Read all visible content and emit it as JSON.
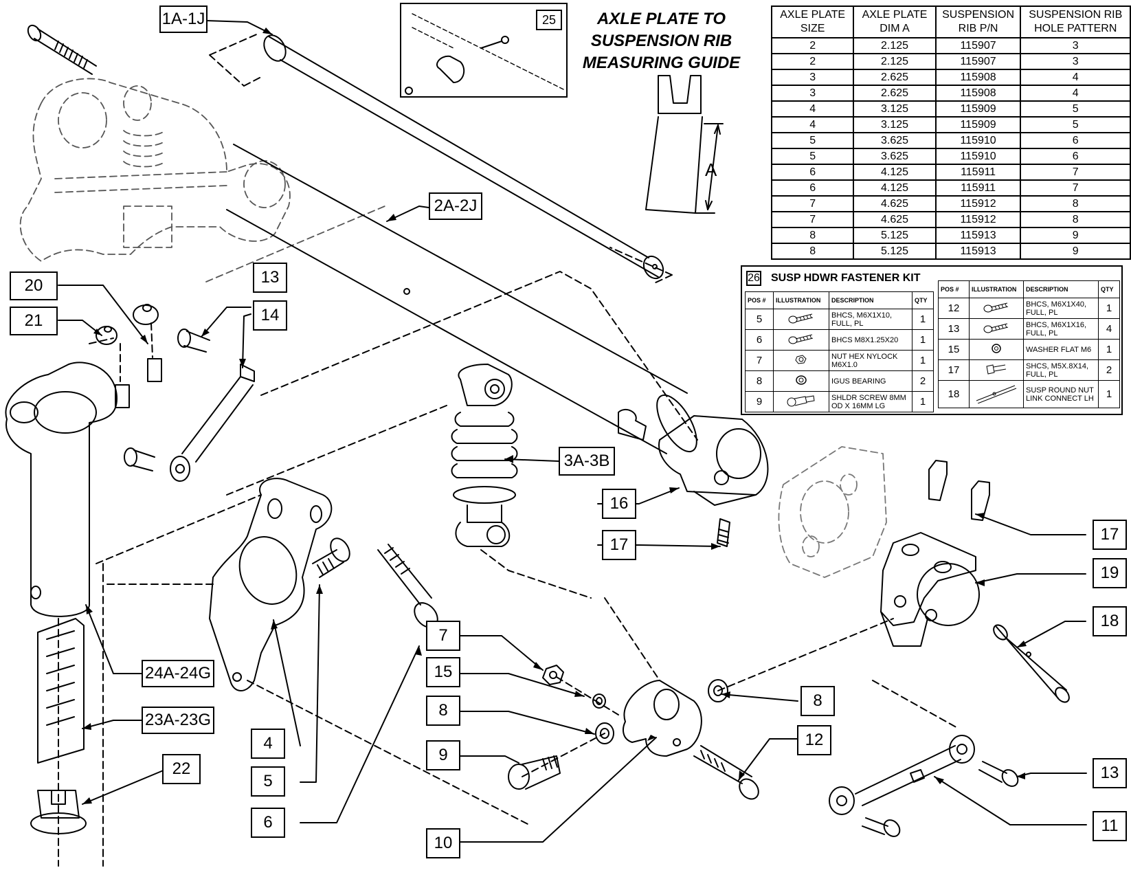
{
  "callouts": {
    "c1a1j": "1A-1J",
    "c2a2j": "2A-2J",
    "c3a3b": "3A-3B",
    "c4": "4",
    "c5": "5",
    "c6": "6",
    "c7": "7",
    "c8_left": "8",
    "c8_right": "8",
    "c9": "9",
    "c10": "10",
    "c11": "11",
    "c12": "12",
    "c13_top": "13",
    "c13_right": "13",
    "c14": "14",
    "c15": "15",
    "c16": "16",
    "c17_mid": "17",
    "c17_right": "17",
    "c18": "18",
    "c19": "19",
    "c20": "20",
    "c21": "21",
    "c22": "22",
    "c23": "23A-23G",
    "c24": "24A-24G"
  },
  "inset_25": {
    "number": "25"
  },
  "measuring_guide": {
    "title_line1": "AXLE PLATE TO",
    "title_line2": "SUSPENSION RIB",
    "title_line3": "MEASURING GUIDE",
    "dimension_label": "A"
  },
  "axle_table": {
    "headers": [
      [
        "AXLE PLATE",
        "SIZE"
      ],
      [
        "AXLE PLATE",
        "DIM A"
      ],
      [
        "SUSPENSION",
        "RIB P/N"
      ],
      [
        "SUSPENSION RIB",
        "HOLE PATTERN"
      ]
    ],
    "rows": [
      [
        "2",
        "2.125",
        "115907",
        "3"
      ],
      [
        "2",
        "2.125",
        "115907",
        "3"
      ],
      [
        "3",
        "2.625",
        "115908",
        "4"
      ],
      [
        "3",
        "2.625",
        "115908",
        "4"
      ],
      [
        "4",
        "3.125",
        "115909",
        "5"
      ],
      [
        "4",
        "3.125",
        "115909",
        "5"
      ],
      [
        "5",
        "3.625",
        "115910",
        "6"
      ],
      [
        "5",
        "3.625",
        "115910",
        "6"
      ],
      [
        "6",
        "4.125",
        "115911",
        "7"
      ],
      [
        "6",
        "4.125",
        "115911",
        "7"
      ],
      [
        "7",
        "4.625",
        "115912",
        "8"
      ],
      [
        "7",
        "4.625",
        "115912",
        "8"
      ],
      [
        "8",
        "5.125",
        "115913",
        "9"
      ],
      [
        "8",
        "5.125",
        "115913",
        "9"
      ]
    ]
  },
  "fastener_kit": {
    "number": "26",
    "title": "SUSP HDWR FASTENER KIT",
    "headers": {
      "pos": "POS #",
      "illustration": "ILLUSTRATION",
      "description": "DESCRIPTION",
      "qty": "QTY"
    },
    "left_rows": [
      {
        "pos": "5",
        "icon": "button-head-screw-icon",
        "description": "BHCS, M6X1X10, FULL, PL",
        "qty": "1"
      },
      {
        "pos": "6",
        "icon": "button-head-screw-icon",
        "description": "BHCS M8X1.25X20",
        "qty": "1"
      },
      {
        "pos": "7",
        "icon": "hex-nut-icon",
        "description": "NUT HEX NYLOCK M6X1.0",
        "qty": "1"
      },
      {
        "pos": "8",
        "icon": "bearing-icon",
        "description": "IGUS BEARING",
        "qty": "2"
      },
      {
        "pos": "9",
        "icon": "shoulder-screw-icon",
        "description": "SHLDR SCREW 8MM OD X 16MM LG",
        "qty": "1"
      }
    ],
    "right_rows": [
      {
        "pos": "12",
        "icon": "button-head-screw-icon",
        "description": "BHCS, M6X1X40, FULL, PL",
        "qty": "1"
      },
      {
        "pos": "13",
        "icon": "button-head-screw-icon",
        "description": "BHCS, M6X1X16, FULL, PL",
        "qty": "4"
      },
      {
        "pos": "15",
        "icon": "flat-washer-icon",
        "description": "WASHER FLAT M6",
        "qty": "1"
      },
      {
        "pos": "17",
        "icon": "socket-head-screw-icon",
        "description": "SHCS, M5X.8X14, FULL, PL",
        "qty": "2"
      },
      {
        "pos": "18",
        "icon": "round-nut-link-icon",
        "description": "SUSP ROUND NUT LINK CONNECT LH",
        "qty": "1"
      }
    ]
  }
}
